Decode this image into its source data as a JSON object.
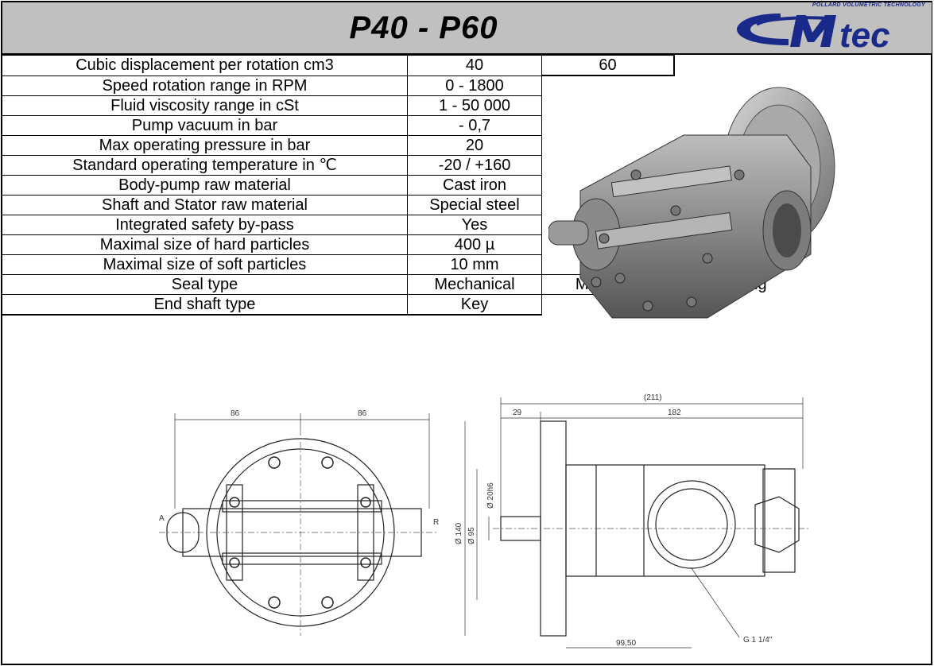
{
  "header": {
    "title": "P40 - P60",
    "logo_tagline": "POLLARD VOLUMETRIC TECHNOLOGY",
    "logo_text": "tec",
    "logo_color": "#1a2a8a"
  },
  "spec_table": [
    {
      "label": "Cubic displacement per rotation cm3",
      "v1": "40",
      "v2": "60",
      "v3": ""
    },
    {
      "label": "Speed rotation range in RPM",
      "v1": "0 - 1800",
      "v2": "",
      "v3": ""
    },
    {
      "label": "Fluid viscosity range in cSt",
      "v1": "1 - 50 000",
      "v2": "",
      "v3": ""
    },
    {
      "label": "Pump vacuum in bar",
      "v1": "- 0,7",
      "v2": "",
      "v3": ""
    },
    {
      "label": "Max operating pressure in bar",
      "v1": "20",
      "v2": "",
      "v3": ""
    },
    {
      "label": "Standard operating temperature in ℃",
      "v1": "-20 / +160",
      "v2": "",
      "v3": ""
    },
    {
      "label": "Body-pump raw material",
      "v1": "Cast iron",
      "v2": "",
      "v3": ""
    },
    {
      "label": "Shaft and Stator raw material",
      "v1": "Special steel",
      "v2": "",
      "v3": ""
    },
    {
      "label": "Integrated safety by-pass",
      "v1": "Yes",
      "v2": "",
      "v3": ""
    },
    {
      "label": "Maximal size of hard particles",
      "v1": "400 µ",
      "v2": "",
      "v3": ""
    },
    {
      "label": "Maximal size of soft particles",
      "v1": "10 mm",
      "v2": "",
      "v3": ""
    },
    {
      "label": "Seal type",
      "v1": "Mechanical",
      "v2": "Magnetic",
      "v3": "Packing"
    },
    {
      "label": "End shaft type",
      "v1": "Key",
      "v2": "",
      "v3": ""
    }
  ],
  "drawing": {
    "dim_left_a": "86",
    "dim_left_b": "86",
    "label_a": "A",
    "label_r": "R",
    "dim_total": "(211)",
    "dim_flange": "29",
    "dim_body": "182",
    "dim_shaft_dia": "Ø 20h6",
    "dim_outer_dia": "Ø 140",
    "dim_inner_dia": "Ø 95",
    "dim_port_offset": "99,50",
    "dim_port_thread": "G 1 1/4\""
  }
}
